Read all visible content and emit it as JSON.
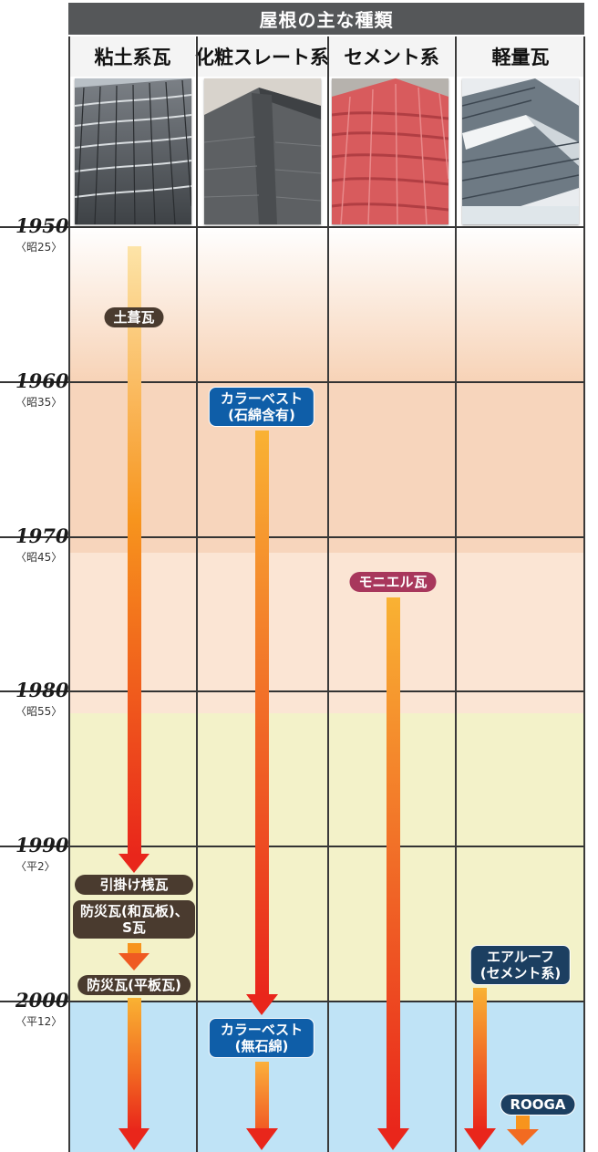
{
  "header": {
    "title": "屋根の主な種類"
  },
  "columns": [
    {
      "label": "粘土系瓦",
      "photo": "clay-tile-roof-photo"
    },
    {
      "label": "化粧スレート系",
      "photo": "slate-roof-photo"
    },
    {
      "label": "セメント系",
      "photo": "cement-tile-roof-photo"
    },
    {
      "label": "軽量瓦",
      "photo": "lightweight-tile-roof-photo"
    }
  ],
  "timeline": [
    {
      "year": "1950",
      "era": "〈昭25〉"
    },
    {
      "year": "1960",
      "era": "〈昭35〉"
    },
    {
      "year": "1970",
      "era": "〈昭45〉"
    },
    {
      "year": "1980",
      "era": "〈昭55〉"
    },
    {
      "year": "1990",
      "era": "〈平2〉"
    },
    {
      "year": "2000",
      "era": "〈平12〉"
    }
  ],
  "labels": {
    "tsuchibuki": "土葺瓦",
    "colorbest_asbestos_1": "カラーベスト",
    "colorbest_asbestos_2": "(石綿含有)",
    "monier": "モニエル瓦",
    "hikkake": "引掛け桟瓦",
    "bousai_wagawara_1": "防災瓦(和瓦板)、",
    "bousai_wagawara_2": "S瓦",
    "bousai_hiraita": "防災瓦(平板瓦)",
    "airroof_1": "エアルーフ",
    "airroof_2": "(セメント系)",
    "colorbest_free_1": "カラーベスト",
    "colorbest_free_2": "(無石綿)",
    "rooga": "ROOGA"
  },
  "colors": {
    "header_bg": "#555759",
    "era_showa30s": "#f7d6bd",
    "era_showa40s": "#fbe5d3",
    "era_showa50s": "#f4f3c9",
    "era_heisei": "#bfe3f6",
    "arrow_top": "#fbd98e",
    "arrow_mid": "#f7941d",
    "arrow_bottom": "#e9261b"
  }
}
